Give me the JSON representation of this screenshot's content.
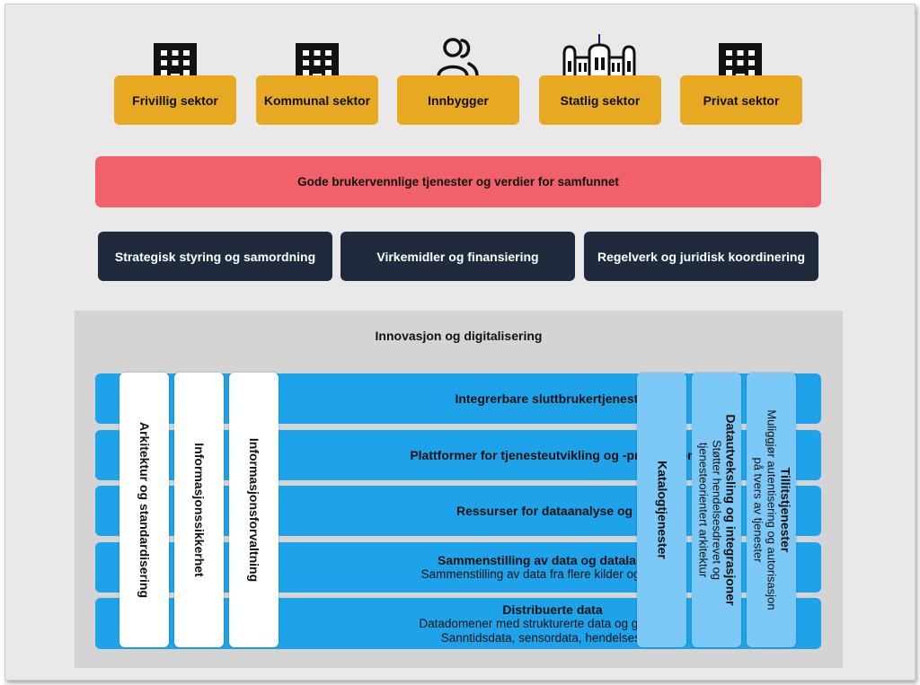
{
  "actors": [
    {
      "label": "Frivillig sektor",
      "icon": "office-building-icon"
    },
    {
      "label": "Kommunal sektor",
      "icon": "office-building-icon"
    },
    {
      "label": "Innbygger",
      "icon": "people-icon"
    },
    {
      "label": "Statlig sektor",
      "icon": "government-building-icon"
    },
    {
      "label": "Privat sektor",
      "icon": "office-building-icon"
    }
  ],
  "value_bar": "Gode brukervennlige tjenester og verdier for samfunnet",
  "governance": [
    "Strategisk styring og samordning",
    "Virkemidler og finansiering",
    "Regelverk og juridisk koordinering"
  ],
  "innovation": {
    "title": "Innovasjon og digitalisering",
    "layers": [
      {
        "title": "Integrerbare sluttbrukertjenester",
        "sub": []
      },
      {
        "title": "Plattformer for tjenesteutvikling og -produksjon",
        "sub": []
      },
      {
        "title": "Ressurser for dataanalyse og KI",
        "sub": []
      },
      {
        "title": "Sammenstilling av data og datalagring",
        "sub": [
          "Sammenstilling av data fra flere kilder og registre"
        ]
      },
      {
        "title": "Distribuerte data",
        "sub": [
          "Datadomener med strukturerte data og grunndata",
          "Sanntidsdata, sensordata, hendelsesdata"
        ]
      }
    ],
    "cross_columns": [
      "Arkitektur og standardisering",
      "Informasjonssikkerhet",
      "Informasjonsforvaltning"
    ],
    "service_columns": [
      {
        "title": "Katalogtjenester",
        "desc": []
      },
      {
        "title": "Datautveksling og integrasjoner",
        "desc": [
          "Støtter hendelsesdrevet og",
          "tjenesteorientert arkitektur"
        ]
      },
      {
        "title": "Tillitstjenester",
        "desc": [
          "Muliggjør autentisering og autorisasjon",
          "på tvers av tjenester"
        ]
      }
    ]
  },
  "colors": {
    "actor": "#e7a922",
    "value_bar": "#f0616a",
    "governance": "#1f2a3c",
    "layer": "#1ea3ea",
    "service_column": "#7cc8f6"
  }
}
